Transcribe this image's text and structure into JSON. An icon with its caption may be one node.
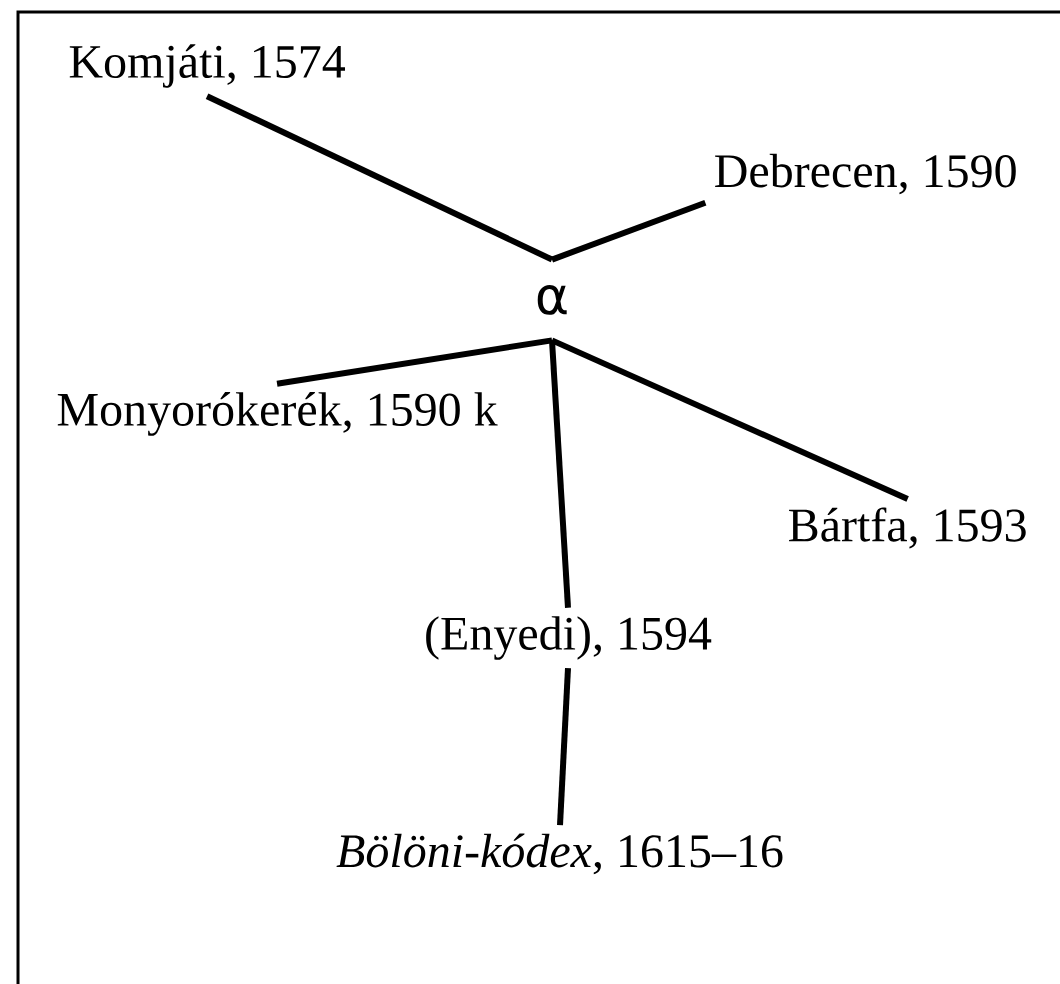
{
  "diagram": {
    "nodes": [
      {
        "text": [
          "Komjáti, 1574"
        ]
      },
      {
        "text": [
          "Debrecen, 1590"
        ]
      },
      {
        "text": [
          "α"
        ]
      },
      {
        "text": [
          "Monyorókerék, 1590 k"
        ]
      },
      {
        "text": [
          "Bártfa, 1593"
        ]
      },
      {
        "text": [
          "(Enyedi), 1594"
        ]
      },
      {
        "text": [
          "*Bölöni-kódex*, 1615–16"
        ]
      }
    ],
    "edges": [
      {
        "from": 0,
        "to": 2,
        "arrow": "none"
      },
      {
        "from": 1,
        "to": 2,
        "arrow": "none"
      },
      {
        "from": 2,
        "to": 3,
        "arrow": "none"
      },
      {
        "from": 2,
        "to": 4,
        "arrow": "none"
      },
      {
        "from": 2,
        "to": 5,
        "arrow": "none"
      },
      {
        "from": 5,
        "to": 6,
        "arrow": "none"
      }
    ]
  }
}
